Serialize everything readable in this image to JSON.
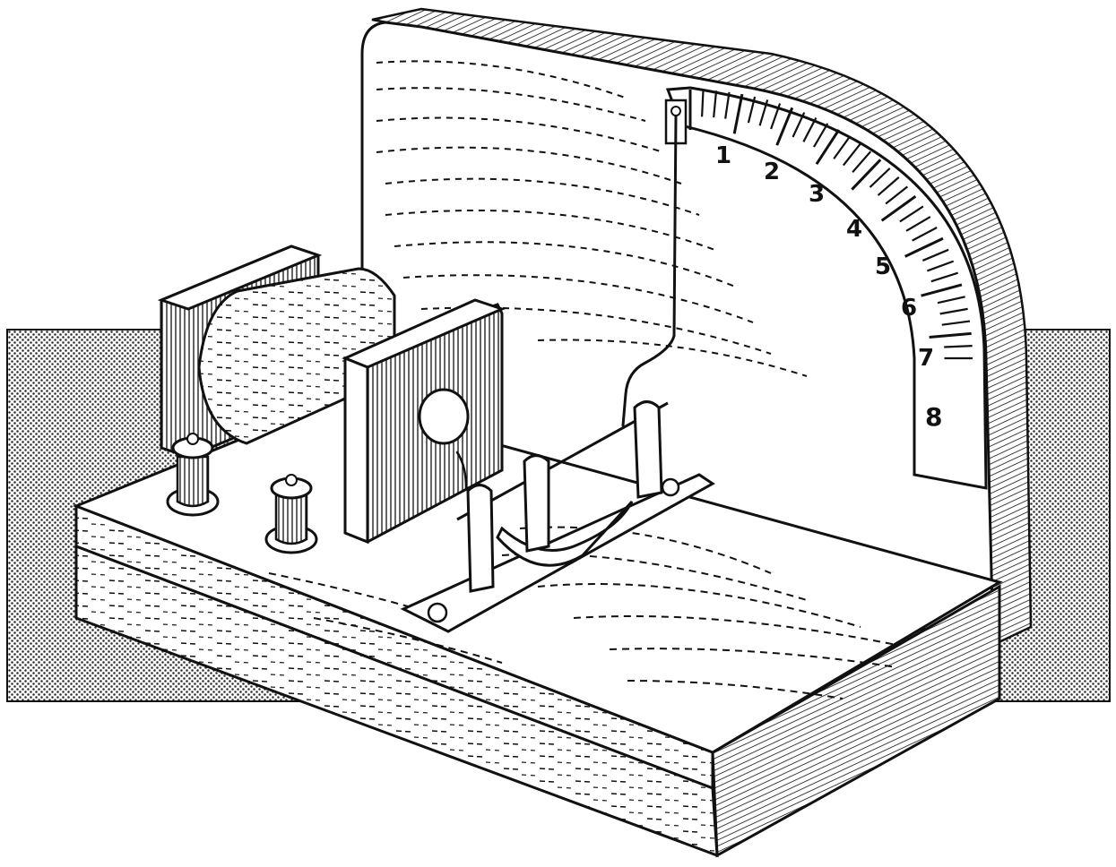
{
  "illustration": {
    "colors": {
      "ink": "#111111",
      "paper": "#ffffff",
      "stipple": "#2a2a2a"
    },
    "scale_labels": [
      "1",
      "2",
      "3",
      "4",
      "5",
      "6",
      "7",
      "8"
    ]
  }
}
